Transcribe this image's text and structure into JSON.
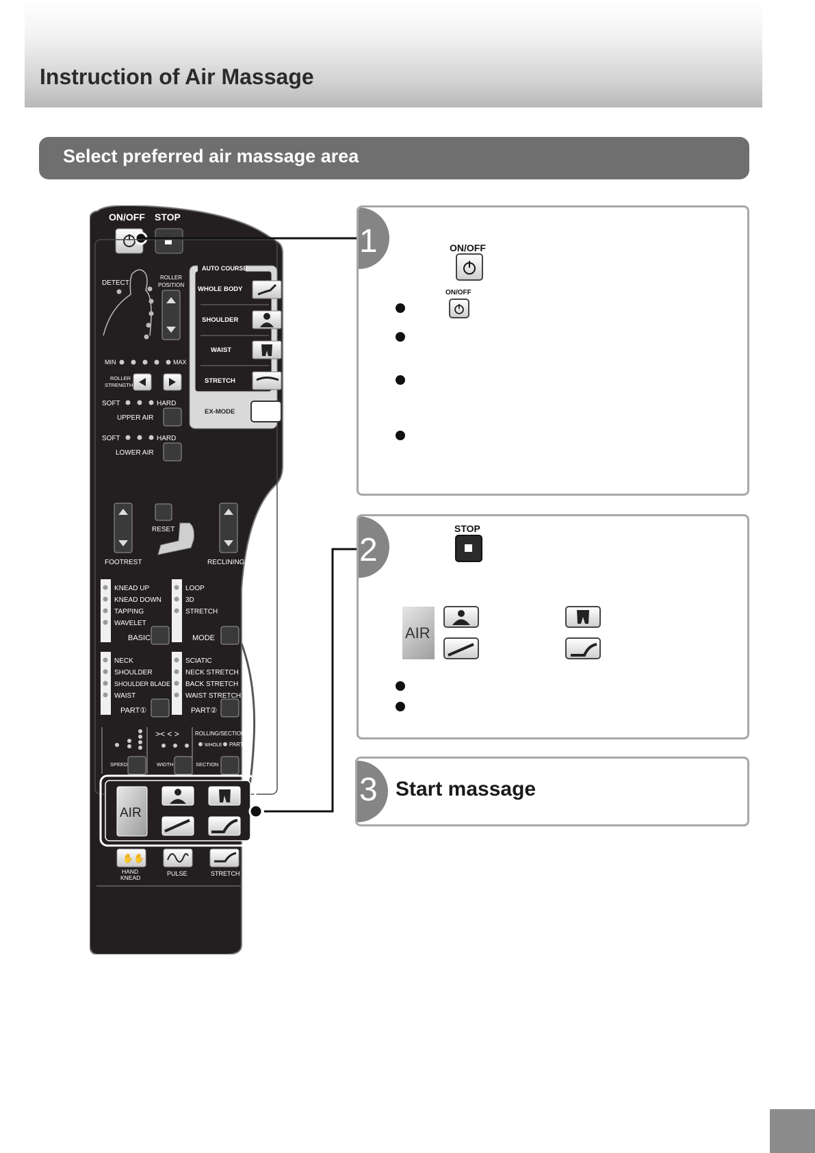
{
  "page": {
    "title": "Instruction of Air Massage",
    "section_title": "Select preferred air massage area"
  },
  "steps": [
    {
      "number": "1",
      "button_label": "ON/OFF",
      "inline_button_label": "ON/OFF",
      "bullet_count": 4
    },
    {
      "number": "2",
      "button_label": "STOP",
      "air_label": "AIR",
      "bullet_count": 2
    },
    {
      "number": "3",
      "title": "Start massage"
    }
  ],
  "remote": {
    "top": {
      "on_off": "ON/OFF",
      "stop": "STOP"
    },
    "left_panel": {
      "detect": "DETECT",
      "roller_position": [
        "ROLLER",
        "POSITION"
      ],
      "min": "MIN",
      "max": "MAX",
      "roller_strength": [
        "ROLLER",
        "STRENGTH"
      ],
      "soft": "SOFT",
      "hard": "HARD",
      "upper_air": "UPPER AIR",
      "lower_air": "LOWER AIR"
    },
    "auto_course": {
      "title": "AUTO COURSE",
      "items": [
        "WHOLE BODY",
        "SHOULDER",
        "WAIST",
        "STRETCH"
      ],
      "ex_mode": "EX-MODE"
    },
    "recline": {
      "reset": "RESET",
      "footrest": "FOOTREST",
      "reclining": "RECLINING"
    },
    "basic": {
      "items": [
        "KNEAD UP",
        "KNEAD DOWN",
        "TAPPING",
        "WAVELET"
      ],
      "button": "BASIC"
    },
    "mode": {
      "items": [
        "LOOP",
        "3D",
        "STRETCH"
      ],
      "button": "MODE"
    },
    "part1": {
      "items": [
        "NECK",
        "SHOULDER",
        "SHOULDER BLADE",
        "WAIST"
      ],
      "button": "PART①"
    },
    "part2": {
      "items": [
        "SCIATIC",
        "NECK STRETCH",
        "BACK STRETCH",
        "WAIST STRETCH"
      ],
      "button": "PART②"
    },
    "speed_row": {
      "speed": "SPEED",
      "width": "WIDTH",
      "width_symbols": "><   < >",
      "rolling": "ROLLING/SECTION",
      "whole": "WHOLE",
      "part": "PART",
      "section": "SECTION"
    },
    "air": {
      "label": "AIR"
    },
    "bottom": {
      "hand_knead": [
        "HAND",
        "KNEAD"
      ],
      "pulse": "PULSE",
      "stretch": "STRETCH"
    }
  },
  "colors": {
    "header_band": "#b9b9b9",
    "section_bar": "#6f6f6f",
    "remote_body": "#231f20",
    "step_number": "#858585"
  }
}
